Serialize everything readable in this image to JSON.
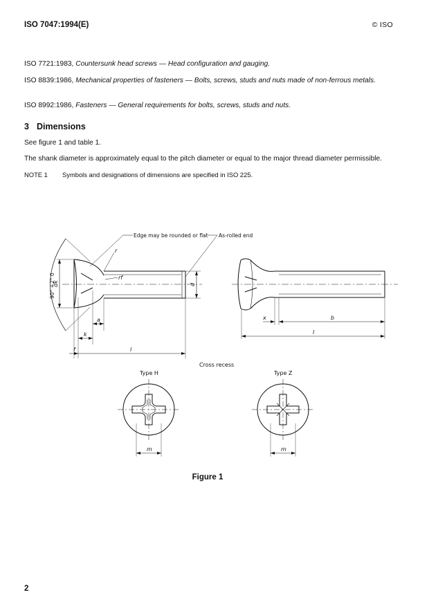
{
  "header": {
    "standard": "ISO 7047:1994(E)",
    "copyright": "© ISO"
  },
  "references": [
    {
      "code": "ISO 7721:1983,",
      "title": "Countersunk head screws — Head configuration and gauging."
    },
    {
      "code": "ISO 8839:1986,",
      "title": "Mechanical properties of fasteners — Bolts, screws, studs and nuts made of non-ferrous metals."
    },
    {
      "code": "ISO 8992:1986,",
      "title": "Fasteners — General requirements for bolts, screws, studs and nuts."
    }
  ],
  "section": {
    "number": "3",
    "title": "Dimensions",
    "line1": "See figure 1 and table 1.",
    "line2": "The shank diameter is approximately equal to the pitch diameter or equal to the major thread diameter permissible.",
    "note_label": "NOTE 1",
    "note_text": "Symbols and designations of dimensions are specified in ISO 225."
  },
  "figure": {
    "callout_edge": "Edge may be rounded or flat",
    "callout_end": "As-rolled end",
    "angle_label": "90° +2° 0",
    "dim_labels": {
      "r": "r",
      "rf": "rf",
      "dk": "dk",
      "d": "d",
      "a": "a",
      "k": "k",
      "f": "f",
      "l_left": "l",
      "x": "x",
      "b": "b",
      "l_right": "l",
      "m_h": "m",
      "m_z": "m"
    },
    "cross_recess_title": "Cross recess",
    "type_h": "Type H",
    "type_z": "Type Z",
    "caption": "Figure 1"
  },
  "page": {
    "number": "2"
  }
}
